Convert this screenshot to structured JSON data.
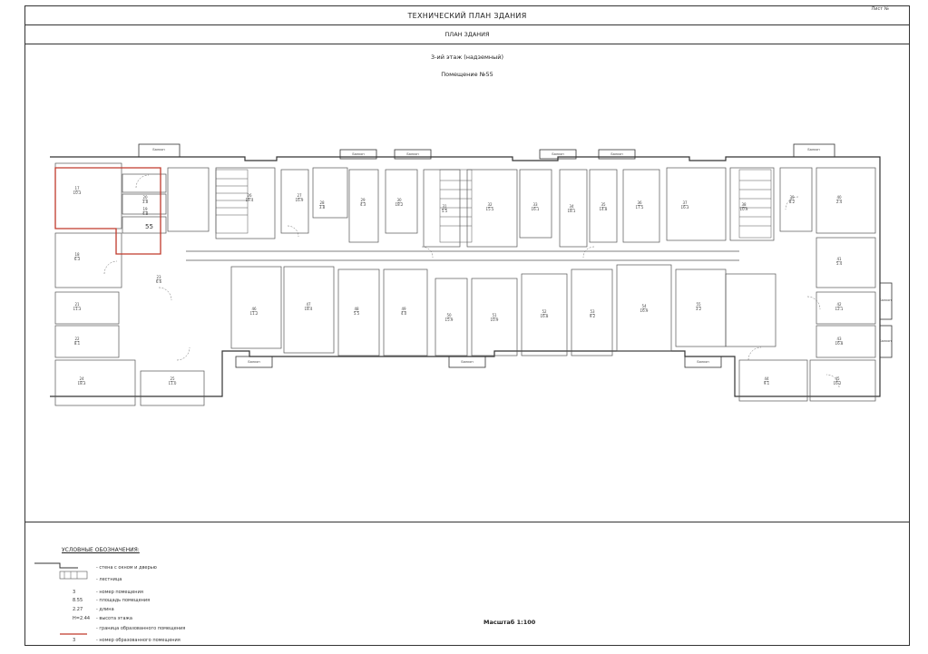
{
  "corner_note": "Лист №",
  "header": {
    "title": "ТЕХНИЧЕСКИЙ ПЛАН ЗДАНИЯ",
    "subtitle": "ПЛАН ЗДАНИЯ"
  },
  "plan": {
    "floor": "3-ий этаж (надземный)",
    "premise": "Помещение №55",
    "highlight_number": "55",
    "balcony_label": "Балкон",
    "rooms": [
      {
        "n": "17",
        "a": "10.3"
      },
      {
        "n": "18",
        "a": "6.3"
      },
      {
        "n": "19",
        "a": "4.8"
      },
      {
        "n": "20",
        "a": "3.8"
      },
      {
        "n": "21",
        "a": "11.3"
      },
      {
        "n": "22",
        "a": "8.1"
      },
      {
        "n": "23",
        "a": "6.6"
      },
      {
        "n": "24",
        "a": "18.3"
      },
      {
        "n": "25",
        "a": "11.0"
      },
      {
        "n": "26",
        "a": "19.4"
      },
      {
        "n": "27",
        "a": "16.9"
      },
      {
        "n": "28",
        "a": "3.8"
      },
      {
        "n": "29",
        "a": "4.3"
      },
      {
        "n": "30",
        "a": "18.2"
      },
      {
        "n": "31",
        "a": "5.5"
      },
      {
        "n": "32",
        "a": "15.5"
      },
      {
        "n": "33",
        "a": "16.1"
      },
      {
        "n": "34",
        "a": "18.1"
      },
      {
        "n": "35",
        "a": "14.8"
      },
      {
        "n": "36",
        "a": "17.5"
      },
      {
        "n": "37",
        "a": "16.3"
      },
      {
        "n": "38",
        "a": "10.9"
      },
      {
        "n": "39",
        "a": "8.2"
      },
      {
        "n": "40",
        "a": "2.4"
      },
      {
        "n": "41",
        "a": "5.4"
      },
      {
        "n": "42",
        "a": "12.1"
      },
      {
        "n": "43",
        "a": "16.8"
      },
      {
        "n": "44",
        "a": "9.1"
      },
      {
        "n": "45",
        "a": "16.2"
      },
      {
        "n": "46",
        "a": "11.2"
      },
      {
        "n": "47",
        "a": "18.4"
      },
      {
        "n": "48",
        "a": "5.5"
      },
      {
        "n": "49",
        "a": "4.0"
      },
      {
        "n": "50",
        "a": "15.9"
      },
      {
        "n": "51",
        "a": "10.9"
      },
      {
        "n": "52",
        "a": "16.8"
      },
      {
        "n": "53",
        "a": "9.2"
      },
      {
        "n": "54",
        "a": "16.9"
      },
      {
        "n": "55",
        "a": "3.2"
      }
    ]
  },
  "legend": {
    "title": "УСЛОВНЫЕ ОБОЗНАЧЕНИЯ:",
    "items": [
      {
        "sym": "",
        "text": "- стена с окном и дверью"
      },
      {
        "sym": "",
        "text": "- лестница"
      },
      {
        "sym": "3",
        "text": "- номер помещения"
      },
      {
        "sym": "8.55",
        "text": "- площадь помещения"
      },
      {
        "sym": "2.27",
        "text": "- длина"
      },
      {
        "sym": "Н=2.44",
        "text": "- высота этажа"
      },
      {
        "sym": "",
        "text": "- граница образованного помещения"
      },
      {
        "sym": "3",
        "text": "- номер образованного помещения"
      }
    ],
    "scale": "Масштаб 1:100"
  },
  "colors": {
    "border_red": "#c0392b",
    "line": "#333333"
  }
}
